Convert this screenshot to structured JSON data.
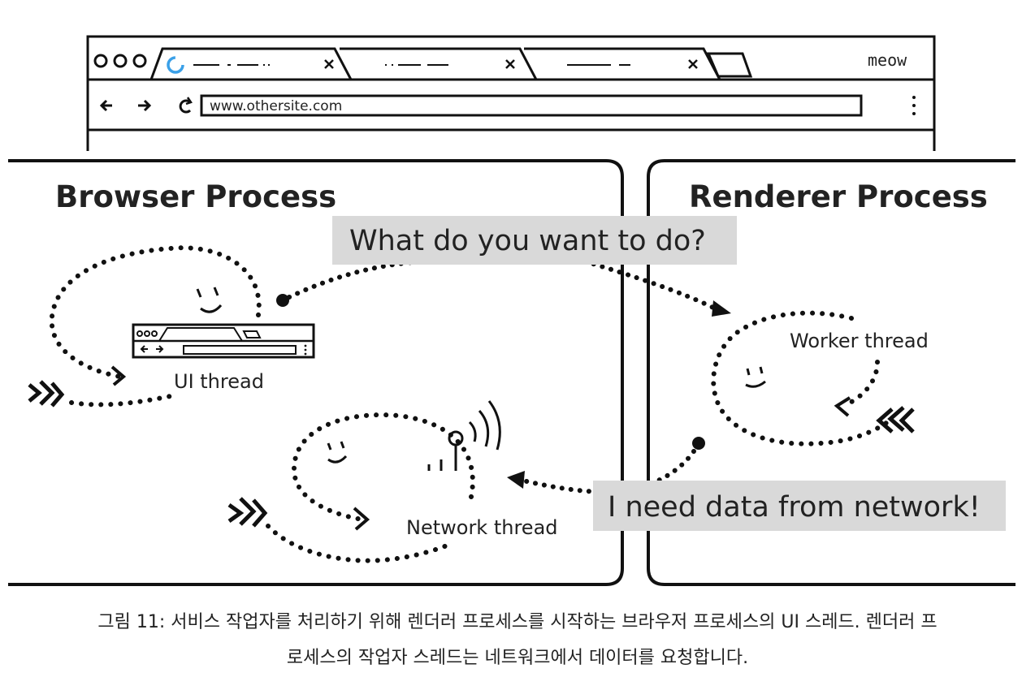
{
  "browser": {
    "url": "www.othersite.com",
    "corner_label": "meow"
  },
  "browser_process": {
    "title": "Browser Process",
    "ui_thread_label": "UI thread",
    "network_thread_label": "Network thread"
  },
  "renderer_process": {
    "title": "Renderer Process",
    "worker_thread_label": "Worker thread"
  },
  "bubbles": {
    "question": "What do you want to do?",
    "request": "I need data from network!"
  },
  "caption": {
    "line1": "그림 11: 서비스 작업자를 처리하기 위해 렌더러 프로세스를 시작하는 브라우저 프로세스의 UI 스레드. 렌더러 프",
    "line2": "로세스의 작업자 스레드는 네트워크에서 데이터를 요청합니다."
  },
  "colors": {
    "ink": "#111111",
    "bubble_fill": "#d9d9d9",
    "loading_icon": "#3aa0e8"
  }
}
